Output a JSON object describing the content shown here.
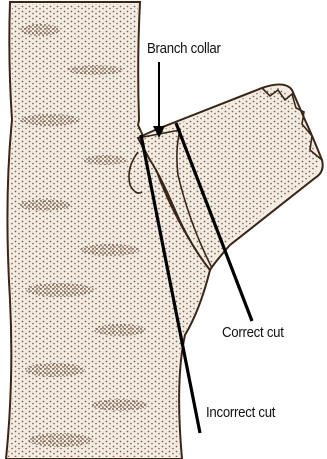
{
  "labels": {
    "branch_collar": "Branch collar",
    "correct_cut": "Correct cut",
    "incorrect_cut": "Incorrect cut"
  },
  "colors": {
    "bark_fill": "#f3ede4",
    "bark_stipple": "#6b4a34",
    "bark_outline": "#3a2618",
    "cut_line": "#000000",
    "label_text": "#111111"
  }
}
